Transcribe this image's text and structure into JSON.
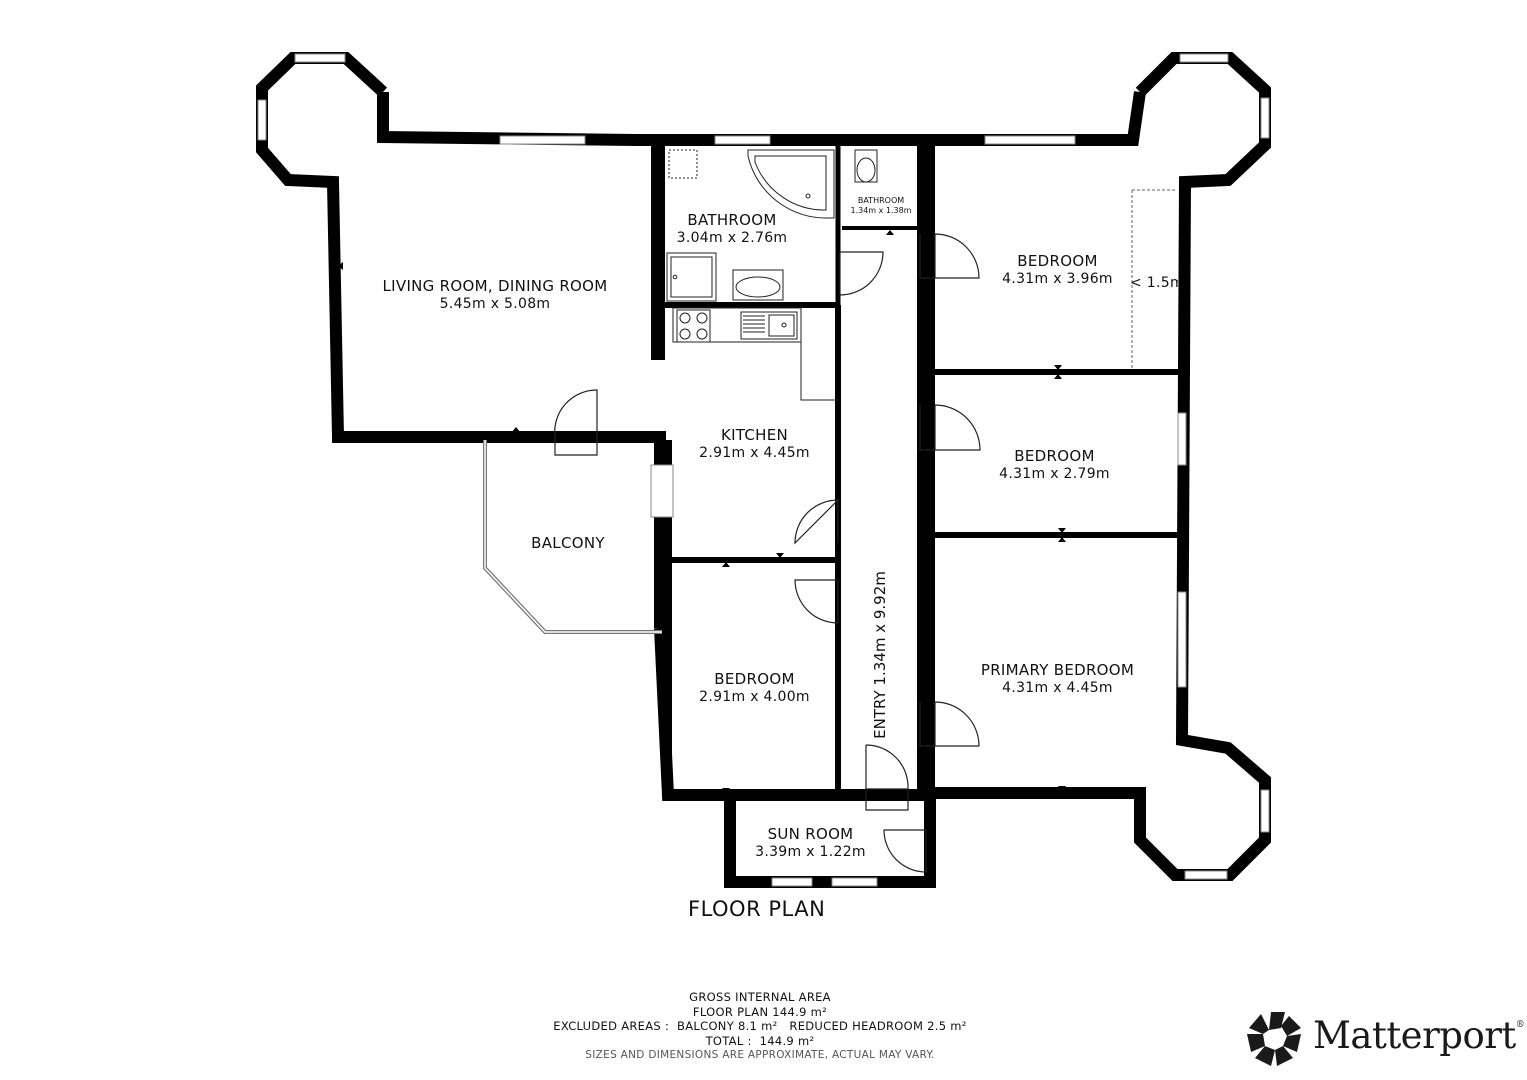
{
  "rooms": {
    "living": {
      "name": "LIVING ROOM, DINING ROOM",
      "dims": "5.45m x 5.08m"
    },
    "bathroom_main": {
      "name": "BATHROOM",
      "dims": "3.04m x 2.76m"
    },
    "bathroom_small": {
      "name": "BATHROOM",
      "dims": "1.34m x 1.38m"
    },
    "bedroom_top_right": {
      "name": "BEDROOM",
      "dims": "4.31m x 3.96m"
    },
    "reduced_headroom": {
      "mark": "< 1.5m"
    },
    "kitchen": {
      "name": "KITCHEN",
      "dims": "2.91m x 4.45m"
    },
    "bedroom_mid_right": {
      "name": "BEDROOM",
      "dims": "4.31m x 2.79m"
    },
    "balcony": {
      "name": "BALCONY"
    },
    "entry": {
      "name": "ENTRY",
      "dims": "1.34m x 9.92m"
    },
    "primary_bedroom": {
      "name": "PRIMARY BEDROOM",
      "dims": "4.31m x 4.45m"
    },
    "bedroom_left": {
      "name": "BEDROOM",
      "dims": "2.91m x 4.00m"
    },
    "sun_room": {
      "name": "SUN ROOM",
      "dims": "3.39m x 1.22m"
    }
  },
  "plan_title": "FLOOR PLAN",
  "area": {
    "heading": "GROSS INTERNAL AREA",
    "floor_plan": "FLOOR PLAN 144.9 m²",
    "excluded": "EXCLUDED AREAS :  BALCONY 8.1 m²   REDUCED HEADROOM 2.5 m²",
    "total": "TOTAL :  144.9 m²",
    "note": "SIZES AND DIMENSIONS ARE APPROXIMATE, ACTUAL MAY VARY."
  },
  "brand": {
    "name": "Matterport",
    "mark": "®"
  },
  "colors": {
    "wall": "#000000",
    "window": "#8a8a8a",
    "background": "#ffffff"
  }
}
